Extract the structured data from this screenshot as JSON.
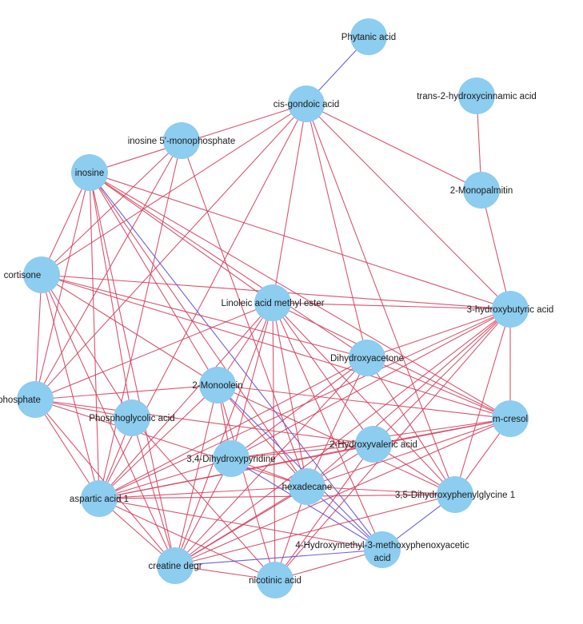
{
  "colors": {
    "node_fill": "#8ccdf0",
    "edge_positive": "#d4425f",
    "edge_negative": "#5a4fd6",
    "label": "#1a1a1a",
    "background": "#ffffff"
  },
  "nodes": [
    {
      "id": "phytanic",
      "label": "Phytanic acid"
    },
    {
      "id": "cisgondoic",
      "label": "cis-gondoic acid"
    },
    {
      "id": "trans2hc",
      "label": "trans-2-hydroxycinnamic acid"
    },
    {
      "id": "ino5mp",
      "label": "inosine 5'-monophosphate"
    },
    {
      "id": "inosine",
      "label": "inosine"
    },
    {
      "id": "monopalmitin",
      "label": "2-Monopalmitin"
    },
    {
      "id": "cortisone",
      "label": "cortisone"
    },
    {
      "id": "linoleic",
      "label": "Linoleic acid methyl ester"
    },
    {
      "id": "hydroxybut",
      "label": "3-hydroxybutyric acid"
    },
    {
      "id": "dihydroxyacetone",
      "label": "Dihydroxyacetone"
    },
    {
      "id": "monoolein",
      "label": "2-Monoolein"
    },
    {
      "id": "phosphate",
      "label": "phosphate"
    },
    {
      "id": "phosphoglycolic",
      "label": "Phosphoglycolic acid"
    },
    {
      "id": "mcresol",
      "label": "m-cresol"
    },
    {
      "id": "hydroxyvaleric",
      "label": "2-Hydroxyvaleric acid"
    },
    {
      "id": "dihydroxypyridine",
      "label": "3,4-Dihydroxypyridine"
    },
    {
      "id": "hexadecane",
      "label": "hexadecane"
    },
    {
      "id": "dhpg",
      "label": "3,5-Dihydroxyphenylglycine 1"
    },
    {
      "id": "aspartic",
      "label": "aspartic acid 1"
    },
    {
      "id": "hmmpa",
      "label": "4-Hydroxymethyl-3-methoxyphenoxyacetic acid",
      "label_lines": [
        "4-Hydroxymethyl-3-methoxyphenoxyacetic",
        "acid"
      ]
    },
    {
      "id": "creatine",
      "label": "creatine degr"
    },
    {
      "id": "nicotinic",
      "label": "nicotinic acid"
    }
  ],
  "edges": [
    {
      "source": "phytanic",
      "target": "cisgondoic",
      "sign": "negative"
    },
    {
      "source": "trans2hc",
      "target": "monopalmitin",
      "sign": "positive"
    },
    {
      "source": "monopalmitin",
      "target": "hydroxybut",
      "sign": "positive"
    },
    {
      "source": "cisgondoic",
      "target": "monopalmitin",
      "sign": "positive"
    },
    {
      "source": "cisgondoic",
      "target": "hydroxybut",
      "sign": "positive"
    },
    {
      "source": "cisgondoic",
      "target": "inosine",
      "sign": "positive"
    },
    {
      "source": "cisgondoic",
      "target": "cortisone",
      "sign": "positive"
    },
    {
      "source": "cisgondoic",
      "target": "linoleic",
      "sign": "positive"
    },
    {
      "source": "cisgondoic",
      "target": "dihydroxyacetone",
      "sign": "positive"
    },
    {
      "source": "cisgondoic",
      "target": "phosphate",
      "sign": "positive"
    },
    {
      "source": "cisgondoic",
      "target": "aspartic",
      "sign": "positive"
    },
    {
      "source": "cisgondoic",
      "target": "dhpg",
      "sign": "positive"
    },
    {
      "source": "ino5mp",
      "target": "phosphate",
      "sign": "positive"
    },
    {
      "source": "ino5mp",
      "target": "aspartic",
      "sign": "positive"
    },
    {
      "source": "ino5mp",
      "target": "hexadecane",
      "sign": "positive"
    },
    {
      "source": "ino5mp",
      "target": "cortisone",
      "sign": "positive"
    },
    {
      "source": "inosine",
      "target": "cortisone",
      "sign": "positive"
    },
    {
      "source": "inosine",
      "target": "phosphate",
      "sign": "positive"
    },
    {
      "source": "inosine",
      "target": "aspartic",
      "sign": "positive"
    },
    {
      "source": "inosine",
      "target": "phosphoglycolic",
      "sign": "positive"
    },
    {
      "source": "inosine",
      "target": "monoolein",
      "sign": "positive"
    },
    {
      "source": "inosine",
      "target": "linoleic",
      "sign": "positive"
    },
    {
      "source": "inosine",
      "target": "hydroxybut",
      "sign": "positive"
    },
    {
      "source": "inosine",
      "target": "dihydroxyacetone",
      "sign": "positive"
    },
    {
      "source": "inosine",
      "target": "mcresol",
      "sign": "positive"
    },
    {
      "source": "inosine",
      "target": "hexadecane",
      "sign": "positive"
    },
    {
      "source": "inosine",
      "target": "hmmpa",
      "sign": "negative"
    },
    {
      "source": "inosine",
      "target": "creatine",
      "sign": "positive"
    },
    {
      "source": "cortisone",
      "target": "phosphate",
      "sign": "positive"
    },
    {
      "source": "cortisone",
      "target": "aspartic",
      "sign": "positive"
    },
    {
      "source": "cortisone",
      "target": "phosphoglycolic",
      "sign": "positive"
    },
    {
      "source": "cortisone",
      "target": "hydroxybut",
      "sign": "positive"
    },
    {
      "source": "cortisone",
      "target": "dihydroxyacetone",
      "sign": "positive"
    },
    {
      "source": "cortisone",
      "target": "monoolein",
      "sign": "positive"
    },
    {
      "source": "cortisone",
      "target": "creatine",
      "sign": "positive"
    },
    {
      "source": "cortisone",
      "target": "mcresol",
      "sign": "positive"
    },
    {
      "source": "linoleic",
      "target": "hydroxybut",
      "sign": "positive"
    },
    {
      "source": "linoleic",
      "target": "phosphate",
      "sign": "positive"
    },
    {
      "source": "linoleic",
      "target": "aspartic",
      "sign": "positive"
    },
    {
      "source": "linoleic",
      "target": "creatine",
      "sign": "positive"
    },
    {
      "source": "linoleic",
      "target": "nicotinic",
      "sign": "positive"
    },
    {
      "source": "linoleic",
      "target": "dihydroxypyridine",
      "sign": "positive"
    },
    {
      "source": "linoleic",
      "target": "hexadecane",
      "sign": "positive"
    },
    {
      "source": "linoleic",
      "target": "dhpg",
      "sign": "positive"
    },
    {
      "source": "linoleic",
      "target": "mcresol",
      "sign": "positive"
    },
    {
      "source": "linoleic",
      "target": "hydroxyvaleric",
      "sign": "positive"
    },
    {
      "source": "linoleic",
      "target": "hmmpa",
      "sign": "positive"
    },
    {
      "source": "linoleic",
      "target": "monoolein",
      "sign": "positive"
    },
    {
      "source": "hydroxybut",
      "target": "mcresol",
      "sign": "positive"
    },
    {
      "source": "hydroxybut",
      "target": "dihydroxyacetone",
      "sign": "positive"
    },
    {
      "source": "hydroxybut",
      "target": "hexadecane",
      "sign": "positive"
    },
    {
      "source": "hydroxybut",
      "target": "creatine",
      "sign": "positive"
    },
    {
      "source": "hydroxybut",
      "target": "aspartic",
      "sign": "positive"
    },
    {
      "source": "hydroxybut",
      "target": "hydroxyvaleric",
      "sign": "positive"
    },
    {
      "source": "hydroxybut",
      "target": "dihydroxypyridine",
      "sign": "positive"
    },
    {
      "source": "hydroxybut",
      "target": "dhpg",
      "sign": "positive"
    },
    {
      "source": "hydroxybut",
      "target": "nicotinic",
      "sign": "positive"
    },
    {
      "source": "dihydroxyacetone",
      "target": "aspartic",
      "sign": "positive"
    },
    {
      "source": "dihydroxyacetone",
      "target": "creatine",
      "sign": "positive"
    },
    {
      "source": "dihydroxyacetone",
      "target": "mcresol",
      "sign": "positive"
    },
    {
      "source": "dihydroxyacetone",
      "target": "dhpg",
      "sign": "positive"
    },
    {
      "source": "dihydroxyacetone",
      "target": "hexadecane",
      "sign": "positive"
    },
    {
      "source": "dihydroxyacetone",
      "target": "dihydroxypyridine",
      "sign": "positive"
    },
    {
      "source": "monoolein",
      "target": "phosphate",
      "sign": "positive"
    },
    {
      "source": "monoolein",
      "target": "aspartic",
      "sign": "positive"
    },
    {
      "source": "monoolein",
      "target": "creatine",
      "sign": "positive"
    },
    {
      "source": "monoolein",
      "target": "nicotinic",
      "sign": "positive"
    },
    {
      "source": "monoolein",
      "target": "hexadecane",
      "sign": "positive"
    },
    {
      "source": "monoolein",
      "target": "mcresol",
      "sign": "positive"
    },
    {
      "source": "monoolein",
      "target": "hmmpa",
      "sign": "negative"
    },
    {
      "source": "monoolein",
      "target": "dihydroxypyridine",
      "sign": "positive"
    },
    {
      "source": "monoolein",
      "target": "dhpg",
      "sign": "positive"
    },
    {
      "source": "phosphate",
      "target": "aspartic",
      "sign": "positive"
    },
    {
      "source": "phosphate",
      "target": "creatine",
      "sign": "positive"
    },
    {
      "source": "phosphate",
      "target": "phosphoglycolic",
      "sign": "positive"
    },
    {
      "source": "phosphate",
      "target": "hexadecane",
      "sign": "positive"
    },
    {
      "source": "phosphate",
      "target": "hydroxyvaleric",
      "sign": "positive"
    },
    {
      "source": "phosphoglycolic",
      "target": "creatine",
      "sign": "positive"
    },
    {
      "source": "phosphoglycolic",
      "target": "aspartic",
      "sign": "positive"
    },
    {
      "source": "phosphoglycolic",
      "target": "nicotinic",
      "sign": "positive"
    },
    {
      "source": "mcresol",
      "target": "hydroxyvaleric",
      "sign": "positive"
    },
    {
      "source": "mcresol",
      "target": "aspartic",
      "sign": "positive"
    },
    {
      "source": "mcresol",
      "target": "creatine",
      "sign": "positive"
    },
    {
      "source": "mcresol",
      "target": "hexadecane",
      "sign": "positive"
    },
    {
      "source": "mcresol",
      "target": "dhpg",
      "sign": "positive"
    },
    {
      "source": "mcresol",
      "target": "dihydroxypyridine",
      "sign": "positive"
    },
    {
      "source": "hydroxyvaleric",
      "target": "aspartic",
      "sign": "positive"
    },
    {
      "source": "hydroxyvaleric",
      "target": "creatine",
      "sign": "positive"
    },
    {
      "source": "hydroxyvaleric",
      "target": "dhpg",
      "sign": "positive"
    },
    {
      "source": "hydroxyvaleric",
      "target": "nicotinic",
      "sign": "positive"
    },
    {
      "source": "hydroxyvaleric",
      "target": "dihydroxypyridine",
      "sign": "positive"
    },
    {
      "source": "dihydroxypyridine",
      "target": "creatine",
      "sign": "positive"
    },
    {
      "source": "dihydroxypyridine",
      "target": "hexadecane",
      "sign": "positive"
    },
    {
      "source": "dihydroxypyridine",
      "target": "aspartic",
      "sign": "positive"
    },
    {
      "source": "dihydroxypyridine",
      "target": "hmmpa",
      "sign": "negative"
    },
    {
      "source": "hexadecane",
      "target": "hmmpa",
      "sign": "negative"
    },
    {
      "source": "hexadecane",
      "target": "creatine",
      "sign": "positive"
    },
    {
      "source": "hexadecane",
      "target": "aspartic",
      "sign": "positive"
    },
    {
      "source": "hexadecane",
      "target": "dhpg",
      "sign": "positive"
    },
    {
      "source": "hexadecane",
      "target": "nicotinic",
      "sign": "positive"
    },
    {
      "source": "dhpg",
      "target": "hmmpa",
      "sign": "negative"
    },
    {
      "source": "dhpg",
      "target": "aspartic",
      "sign": "positive"
    },
    {
      "source": "dhpg",
      "target": "creatine",
      "sign": "positive"
    },
    {
      "source": "aspartic",
      "target": "creatine",
      "sign": "positive"
    },
    {
      "source": "aspartic",
      "target": "nicotinic",
      "sign": "positive"
    },
    {
      "source": "aspartic",
      "target": "hmmpa",
      "sign": "positive"
    },
    {
      "source": "creatine",
      "target": "hmmpa",
      "sign": "negative"
    },
    {
      "source": "creatine",
      "target": "nicotinic",
      "sign": "positive"
    },
    {
      "source": "hmmpa",
      "target": "nicotinic",
      "sign": "positive"
    }
  ]
}
